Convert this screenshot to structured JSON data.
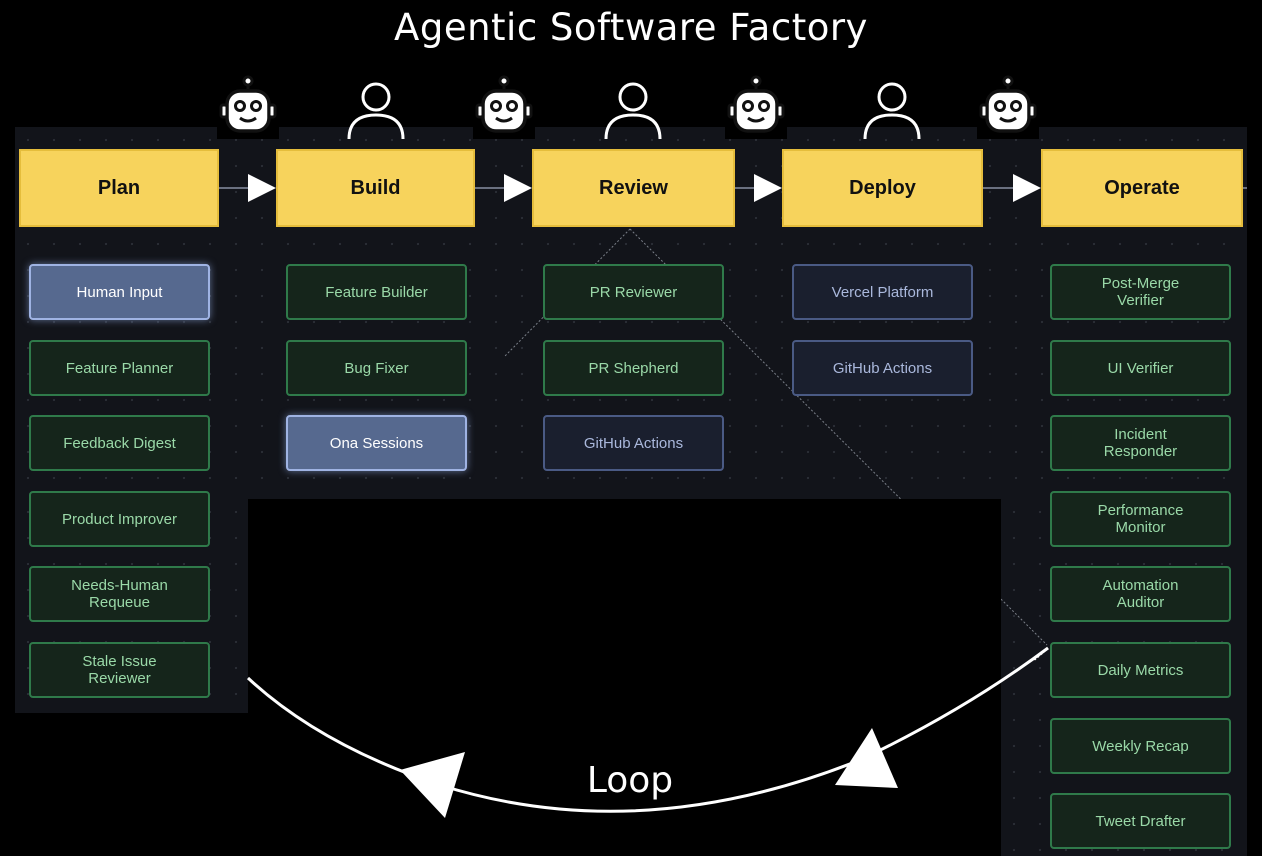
{
  "title": "Agentic Software Factory",
  "stages": [
    {
      "label": "Plan"
    },
    {
      "label": "Build"
    },
    {
      "label": "Review"
    },
    {
      "label": "Deploy"
    },
    {
      "label": "Operate"
    }
  ],
  "actor_icons": [
    "robot-icon",
    "person-icon",
    "robot-icon",
    "person-icon",
    "robot-icon",
    "person-icon",
    "robot-icon"
  ],
  "columns": {
    "plan": [
      "Human Input",
      "Feature Planner",
      "Feedback Digest",
      "Product Improver",
      "Needs-Human\nRequeue",
      "Stale Issue\nReviewer"
    ],
    "build": [
      "Feature Builder",
      "Bug Fixer",
      "Ona Sessions"
    ],
    "review": [
      "PR Reviewer",
      "PR Shepherd",
      "GitHub Actions"
    ],
    "deploy": [
      "Vercel Platform",
      "GitHub Actions"
    ],
    "operate": [
      "Post-Merge\nVerifier",
      "UI Verifier",
      "Incident\nResponder",
      "Performance\nMonitor",
      "Automation\nAuditor",
      "Daily Metrics",
      "Weekly Recap",
      "Tweet Drafter"
    ]
  },
  "loop_label": "Loop",
  "colors": {
    "stage": "#f7d35c",
    "agent_card_border": "#2f7a4a",
    "platform_card_border": "#4a5a84",
    "highlight_card": "#56698f"
  }
}
